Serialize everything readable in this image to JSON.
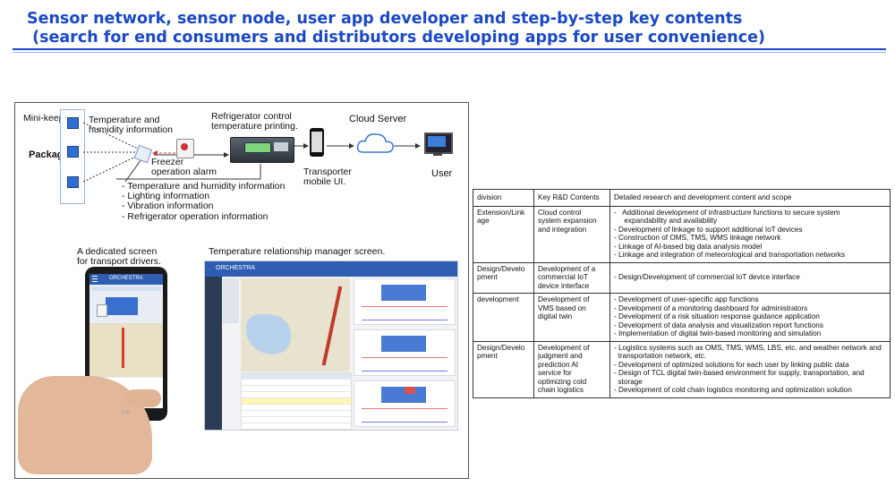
{
  "title": {
    "line1": "Sensor network, sensor node, user app developer and step-by-step key contents",
    "line2": " (search for end consumers and distributors developing apps for user convenience)"
  },
  "figure": {
    "mini_keeper": "Mini-keeper",
    "package": "Package",
    "temp_humidity_line1": "Temperature and",
    "temp_humidity_line2": "humidity information",
    "freezer_line1": "Freezer",
    "freezer_line2": "operation alarm",
    "refrigerator_line1": "Refrigerator control",
    "refrigerator_line2": "temperature printing.",
    "cloud_server": "Cloud Server",
    "transporter_line1": "Transporter",
    "transporter_line2": "mobile UI.",
    "user": "User",
    "bullets": [
      "- Temperature and humidity information",
      "- Lighting information",
      "- Vibration information",
      "- Refrigerator operation information"
    ],
    "driver_screen_line1": "A dedicated screen",
    "driver_screen_line2": "for transport drivers.",
    "manager_screen": "Temperature relationship manager screen.",
    "app_brand": "ORCHESTRA",
    "phone_brand": "LG",
    "colors": {
      "accent": "#1b49c5",
      "ui_blue": "#2e5db2"
    }
  },
  "table": {
    "headers": [
      "division",
      "Key R&D Contents",
      "Detailed research and development content and scope"
    ],
    "rows": [
      {
        "division": "Extension/Linkage",
        "division_lines": [
          "Extension/Link",
          "age"
        ],
        "key": "Cloud control system expansion and integration",
        "key_lines": [
          "Cloud control",
          "system expansion",
          "and integration"
        ],
        "details": [
          "-   Additional development of infrastructure functions to secure system",
          "     expandability and availability",
          "- Development of linkage to support additional IoT devices",
          "- Construction of OMS, TMS, WMS linkage network",
          "- Linkage of AI-based big data analysis model",
          "- Linkage and integration of meteorological and transportation networks"
        ]
      },
      {
        "division": "Design/Development",
        "division_lines": [
          "Design/Develo",
          "pment"
        ],
        "key": "Development of a commercial IoT device interface",
        "key_lines": [
          "Development of a",
          "commercial IoT",
          "device interface"
        ],
        "details": [
          "- Design/Development of commercial IoT device interface"
        ]
      },
      {
        "division": "development",
        "division_lines": [
          "development"
        ],
        "key": "Development of VMS based on digital twin",
        "key_lines": [
          "Development of",
          "VMS based on",
          "digital twin"
        ],
        "details": [
          "- Development of user-specific app functions",
          "- Development of a monitoring dashboard for administrators",
          "- Development of a risk situation response guidance application",
          "- Development of data analysis and visualization report functions",
          "- Implementation of digital twin-based monitoring and simulation"
        ]
      },
      {
        "division": "Design/Development",
        "division_lines": [
          "Design/Develo",
          "pment"
        ],
        "key": "Development of judgment and prediction AI service for optimizing cold chain logistics",
        "key_lines": [
          "Development of",
          "judgment and",
          "prediction AI",
          "service for",
          "optimizing cold",
          "chain logistics"
        ],
        "details": [
          "- Logistics systems such as OMS, TMS, WMS, LBS, etc. and weather network and",
          "  transportation network, etc.",
          "- Development of optimized solutions for each user by linking public data",
          "- Design of TCL digital twin-based environment for supply, transportation, and",
          "  storage",
          "- Development of cold chain logistics monitoring and optimization solution"
        ]
      }
    ]
  }
}
